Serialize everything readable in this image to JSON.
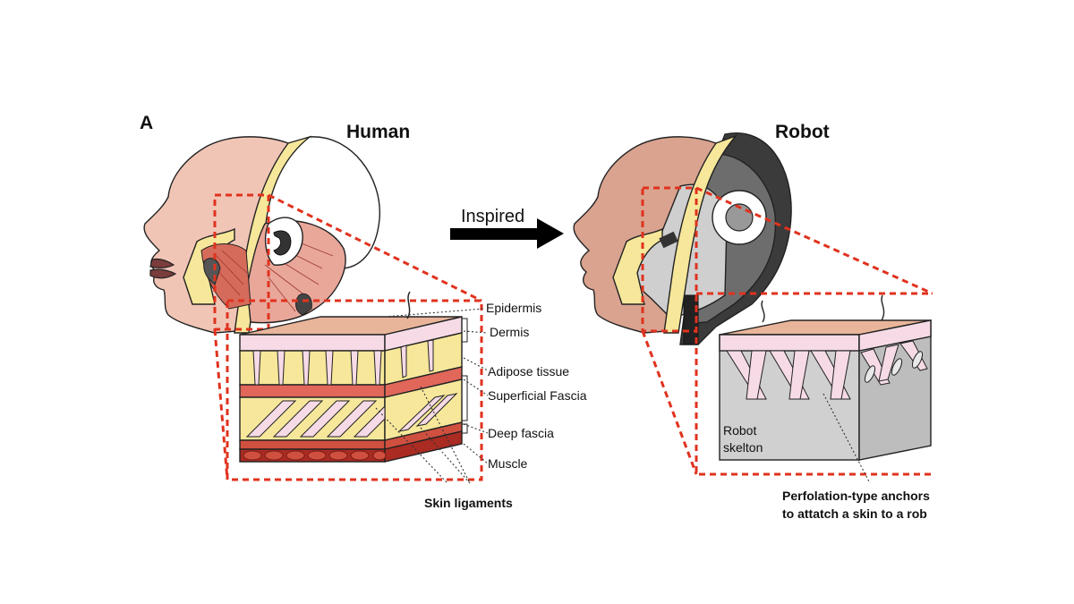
{
  "figure": {
    "panel_label": "A",
    "human_title": "Human",
    "robot_title": "Robot",
    "arrow_label": "Inspired",
    "human_layers": [
      "Epidermis",
      "Dermis",
      "Adipose tissue",
      "Superficial Fascia",
      "Deep fascia",
      "Muscle"
    ],
    "skin_ligaments_label": "Skin ligaments",
    "robot_skeleton_label": [
      "Robot",
      "skelton"
    ],
    "anchor_caption": [
      "Perfolation-type anchors",
      "to attatch a skin to a rob"
    ]
  }
}
